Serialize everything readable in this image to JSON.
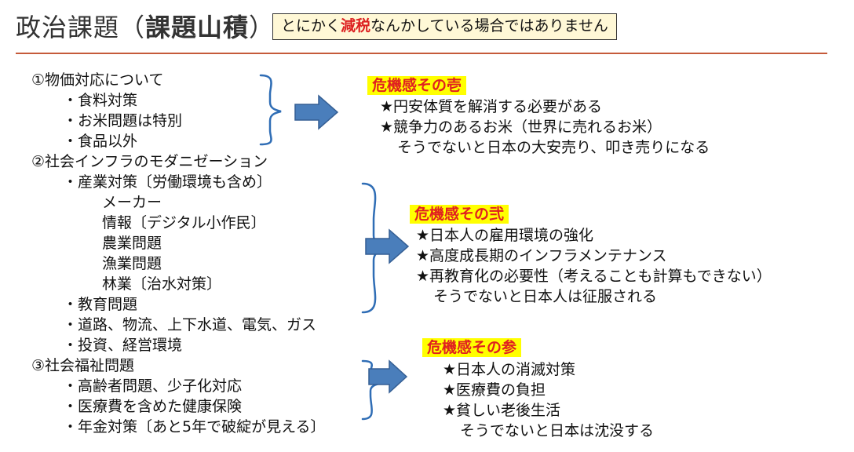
{
  "header": {
    "title_plain": "政治課題（",
    "title_bold": "課題山積",
    "title_end": "）",
    "callout_pre": "とにかく",
    "callout_red": "減税",
    "callout_post": "なんかしている場合ではありません"
  },
  "left": {
    "s1_head": "①物価対応について",
    "s1_items": [
      "・食料対策",
      "・お米問題は特別",
      "・食品以外"
    ],
    "s2_head": "②社会インフラのモダニゼーション",
    "s2_item1": "・産業対策〔労働環境も含め〕",
    "s2_sub": [
      "メーカー",
      "情報〔デジタル小作民〕",
      "農業問題",
      "漁業問題",
      "林業〔治水対策〕"
    ],
    "s2_items": [
      "・教育問題",
      "・道路、物流、上下水道、電気、ガス",
      "・投資、経営環境"
    ],
    "s3_head": "③社会福祉問題",
    "s3_items": [
      "・高齢者問題、少子化対応",
      "・医療費を含めた健康保険",
      "・年金対策〔あと5年で破綻が見える〕"
    ]
  },
  "right": {
    "r1_label": "危機感その壱",
    "r1_lines": [
      "★円安体質を解消する必要がある",
      "★競争力のあるお米（世界に売れるお米）",
      "そうでないと日本の大安売り、叩き売りになる"
    ],
    "r2_label": "危機感その弐",
    "r2_lines": [
      "★日本人の雇用環境の強化",
      "★高度成長期のインフラメンテナンス",
      "★再教育化の必要性（考えることも計算もできない）",
      "そうでないと日本人は征服される"
    ],
    "r3_label": "危機感その参",
    "r3_lines": [
      "★日本人の消滅対策",
      "★医療費の負担",
      "★貧しい老後生活",
      "そうでないと日本は沈没する"
    ]
  },
  "colors": {
    "arrow": "#4a7ebb",
    "brace": "#2f6db5",
    "highlight": "#ffff00",
    "accent_red": "#e02020",
    "rule": "#c55a3a"
  }
}
